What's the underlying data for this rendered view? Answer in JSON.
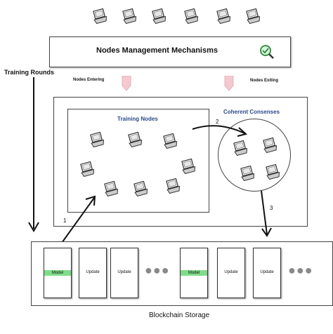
{
  "management": {
    "title": "Nodes Management Mechanisms",
    "icon": "magnifier-check-icon"
  },
  "labels": {
    "training_rounds": "Training Rounds",
    "nodes_entering": "Nodes Entering",
    "nodes_exiting": "Nodes Exiting",
    "training_nodes": "Training Nodes",
    "coherent_consenses": "Coherent Consenses",
    "blockchain_storage": "Blockchain Storage"
  },
  "steps": {
    "one": "1",
    "two": "2",
    "three": "3"
  },
  "blocks": {
    "b1": "Model",
    "b2": "Update",
    "b3": "Update",
    "b4": "Model",
    "b5": "Update",
    "b6": "Update"
  },
  "ellipsis": "●●●",
  "colors": {
    "model_highlight": "#7fdc8a",
    "entry_arrow": "#f6c9d0",
    "title_blue": "#2b4a8a"
  }
}
